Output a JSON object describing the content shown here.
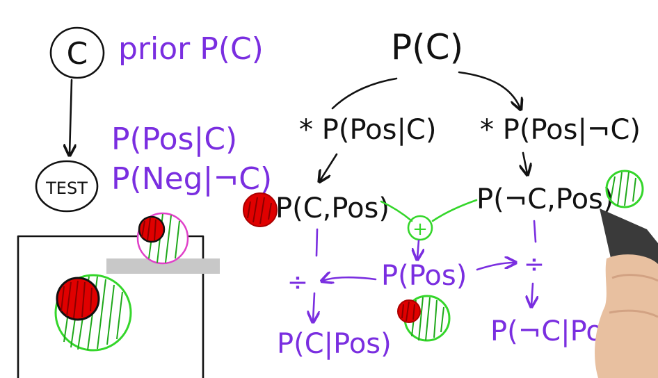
{
  "colors": {
    "black_ink": "#111111",
    "purple_ink": "#7a2ee0",
    "green_ink": "#34d62a",
    "red_fill": "#e00000",
    "gray_bar": "#c8c8c8"
  },
  "left_network": {
    "node_c": "C",
    "node_test": "TEST",
    "prior_label": "prior P(C)",
    "cond_pos_label": "P(Pos|C)",
    "cond_neg_label": "P(Neg|¬C)"
  },
  "tree": {
    "root": "P(C)",
    "mult_left": "* P(Pos|C)",
    "mult_right": "* P(Pos|¬C)",
    "joint_left": "P(C,Pos)",
    "joint_right": "P(¬C,Pos)",
    "plus_sign": "+",
    "normalizer": "P(Pos)",
    "divide_left": "÷",
    "divide_right": "÷",
    "posterior_left": "P(C|Pos)",
    "posterior_right": "P(¬C|Pos)"
  }
}
